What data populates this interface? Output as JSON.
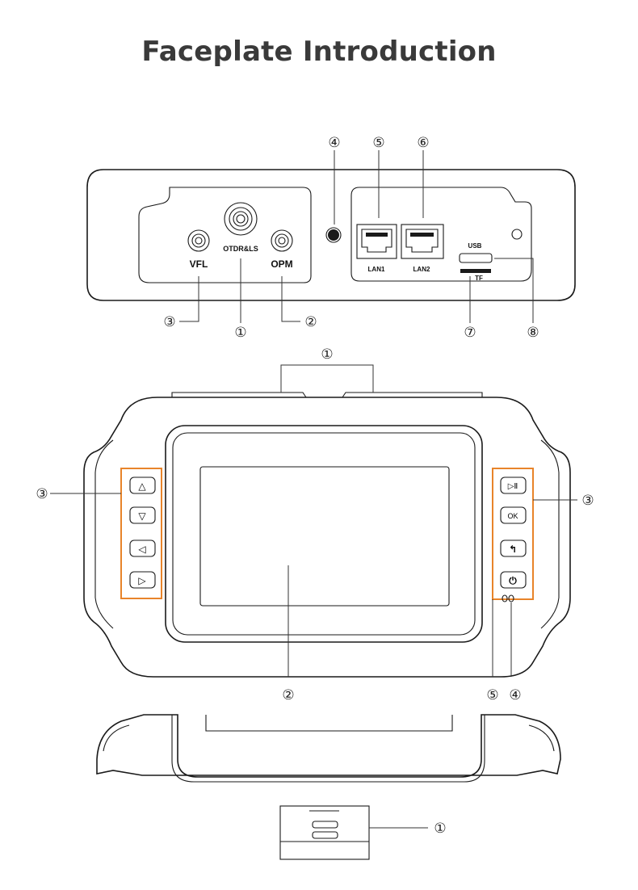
{
  "title": "Faceplate Introduction",
  "colors": {
    "accent": "#e8842a",
    "outline": "#1a1a1a"
  },
  "top_panel": {
    "port_labels": {
      "vfl": "VFL",
      "otdr": "OTDR&LS",
      "opm": "OPM",
      "lan1": "LAN1",
      "lan2": "LAN2",
      "usb": "USB",
      "tf": "TF"
    },
    "callouts": {
      "c1": "①",
      "c2": "②",
      "c3": "③",
      "c4": "④",
      "c5": "⑤",
      "c6": "⑥",
      "c7": "⑦",
      "c8": "⑧"
    }
  },
  "front_view": {
    "button_icons": {
      "up": "△",
      "down": "▽",
      "left": "◁",
      "right": "▷",
      "play_pause": "▷Ⅱ",
      "ok": "OK",
      "back": "↰",
      "power": "⏻"
    },
    "callouts": {
      "c1": "①",
      "c2": "②",
      "c3_left": "③",
      "c3_right": "③",
      "c4": "④",
      "c5": "⑤"
    }
  },
  "bottom_view": {
    "callouts": {
      "c1": "①"
    }
  }
}
